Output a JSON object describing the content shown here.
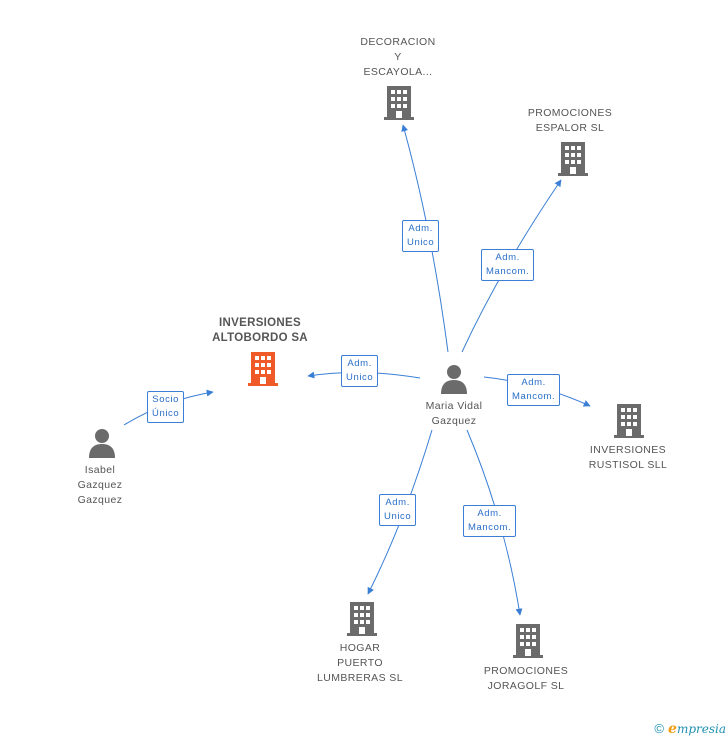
{
  "colors": {
    "edge": "#3a7fd5",
    "building": "#6b6b6b",
    "building_main": "#f05a28",
    "person": "#6b6b6b"
  },
  "nodes": [
    {
      "id": "decoracion",
      "kind": "building",
      "lines": [
        "DECORACION",
        "Y",
        "ESCAYOLA..."
      ]
    },
    {
      "id": "espalor",
      "kind": "building",
      "lines": [
        "PROMOCIONES",
        "ESPALOR SL"
      ]
    },
    {
      "id": "altobordo",
      "kind": "building-main",
      "lines": [
        "INVERSIONES",
        "ALTOBORDO SA"
      ]
    },
    {
      "id": "maria",
      "kind": "person",
      "lines": [
        "Maria Vidal",
        "Gazquez"
      ]
    },
    {
      "id": "isabel",
      "kind": "person",
      "lines": [
        "Isabel",
        "Gazquez",
        "Gazquez"
      ]
    },
    {
      "id": "rustisol",
      "kind": "building",
      "lines": [
        "INVERSIONES",
        "RUSTISOL SLL"
      ]
    },
    {
      "id": "hogar",
      "kind": "building",
      "lines": [
        "HOGAR",
        "PUERTO",
        "LUMBRERAS SL"
      ]
    },
    {
      "id": "joragolf",
      "kind": "building",
      "lines": [
        "PROMOCIONES",
        "JORAGOLF SL"
      ]
    }
  ],
  "edges": [
    {
      "from": "maria",
      "to": "decoracion",
      "label": [
        "Adm.",
        "Unico"
      ]
    },
    {
      "from": "maria",
      "to": "espalor",
      "label": [
        "Adm.",
        "Mancom."
      ]
    },
    {
      "from": "maria",
      "to": "altobordo",
      "label": [
        "Adm.",
        "Unico"
      ]
    },
    {
      "from": "maria",
      "to": "rustisol",
      "label": [
        "Adm.",
        "Mancom."
      ]
    },
    {
      "from": "maria",
      "to": "hogar",
      "label": [
        "Adm.",
        "Unico"
      ]
    },
    {
      "from": "maria",
      "to": "joragolf",
      "label": [
        "Adm.",
        "Mancom."
      ]
    },
    {
      "from": "isabel",
      "to": "altobordo",
      "label": [
        "Socio",
        "Único"
      ]
    }
  ],
  "footer": {
    "copyright": "©",
    "brand_initial": "e",
    "brand_rest": "mpresia"
  }
}
